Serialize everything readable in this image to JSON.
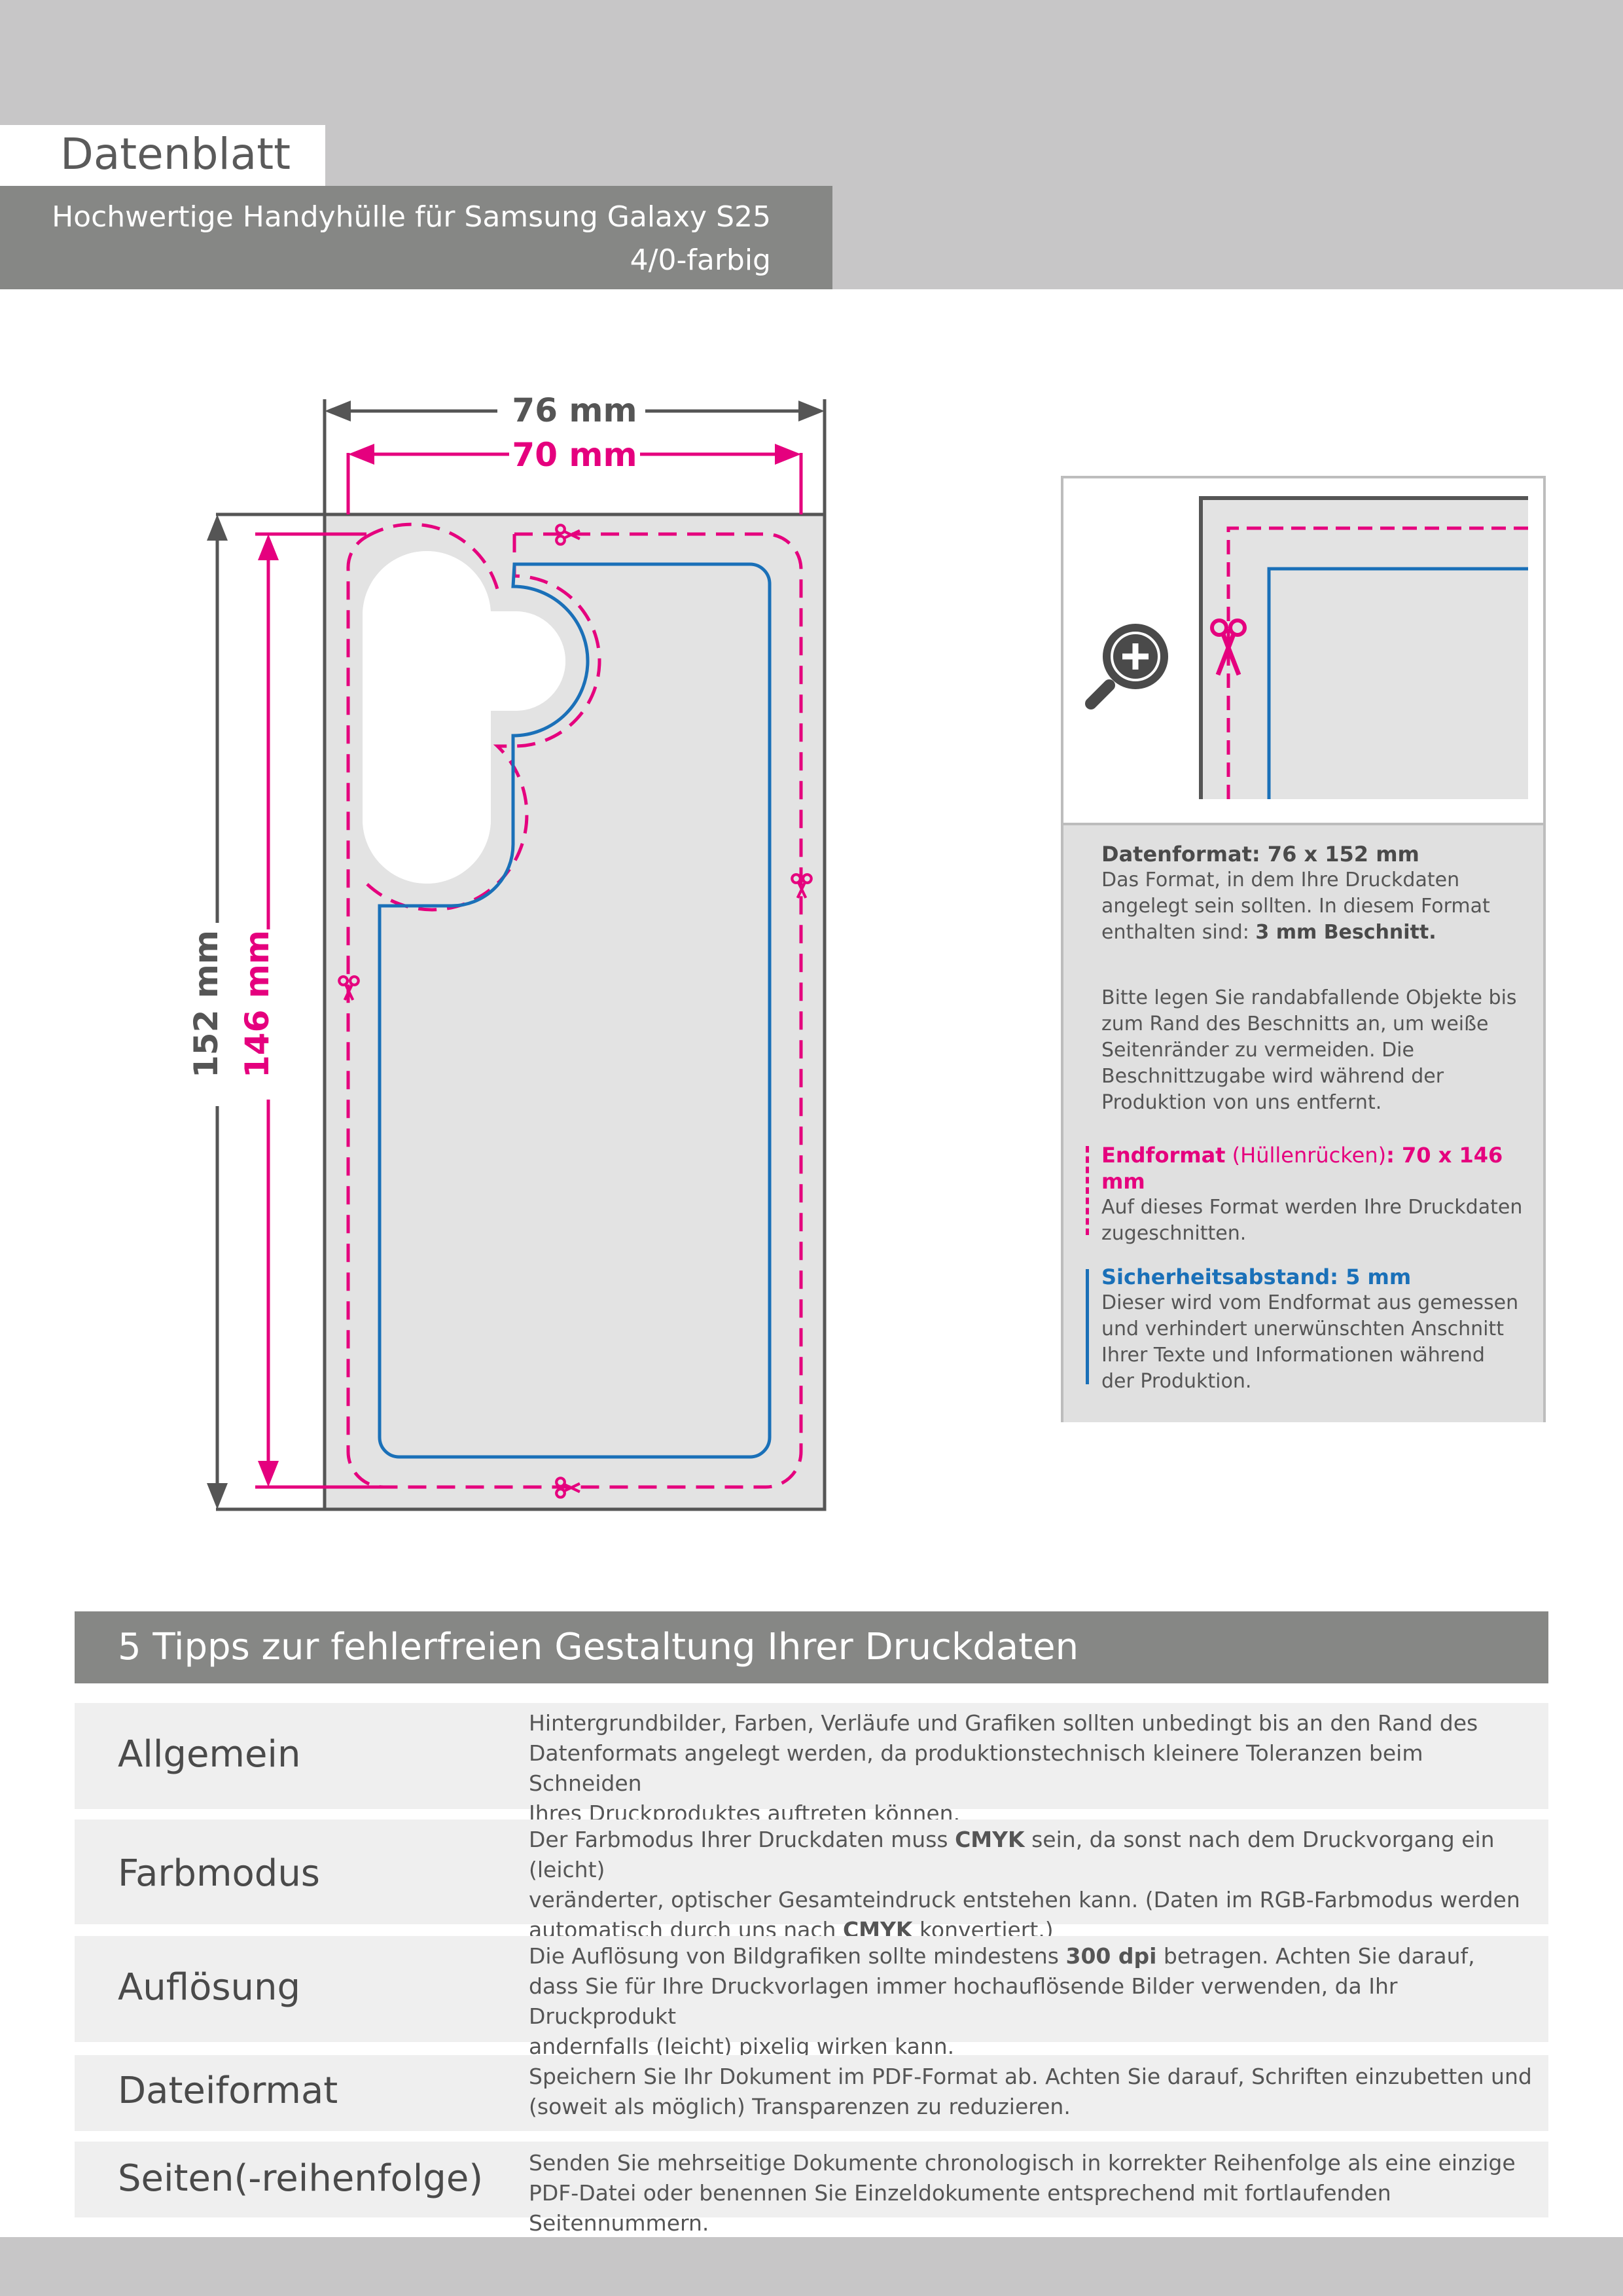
{
  "header": {
    "title": "Datenblatt",
    "subtitle": "Hochwertige Handyhülle  für Samsung Galaxy S25",
    "color_mode": "4/0-farbig"
  },
  "diagram": {
    "width_outer": "76 mm",
    "width_inner": "70 mm",
    "height_outer": "152 mm",
    "height_inner": "146 mm"
  },
  "colors": {
    "grey_dim": "#555555",
    "magenta": "#e5007e",
    "blue": "#1a70b8",
    "panel": "#e3e3e3"
  },
  "zoom_panel": {
    "icon": "magnifier-plus-icon",
    "datenformat_title": "Datenformat: 76 x 152 mm",
    "datenformat_lines": [
      "Das Format, in dem Ihre Druckdaten",
      "angelegt sein sollten. In diesem Format",
      "enthalten sind: "
    ],
    "datenformat_bold": "3 mm Beschnitt.",
    "bleed_lines": [
      "Bitte legen Sie randabfallende Objekte bis",
      "zum Rand des Beschnitts an, um weiße",
      "Seitenränder zu vermeiden. Die",
      "Beschnittzugabe wird während der",
      "Produktion von uns entfernt."
    ],
    "endformat_title": "Endformat",
    "endformat_paren": " (Hüllenrücken)",
    "endformat_size": ": 70 x 146 mm",
    "endformat_lines": [
      "Auf dieses Format werden Ihre Druckdaten",
      "zugeschnitten."
    ],
    "safety_title": "Sicherheitsabstand: 5 mm",
    "safety_lines": [
      "Dieser wird vom Endformat aus gemessen",
      "und verhindert unerwünschten Anschnitt",
      "Ihrer Texte und Informationen während",
      "der Produktion."
    ]
  },
  "tips": {
    "heading": "5 Tipps zur fehlerfreien Gestaltung Ihrer Druckdaten",
    "rows": [
      {
        "label": "Allgemein",
        "lines": [
          "Hintergrundbilder, Farben, Verläufe und Grafiken sollten unbedingt bis an den Rand des",
          "Datenformats angelegt werden, da produktionstechnisch kleinere Toleranzen beim Schneiden",
          "Ihres Druckproduktes auftreten können."
        ]
      },
      {
        "label": "Farbmodus",
        "l1a": "Der Farbmodus Ihrer Druckdaten muss ",
        "l1b": "CMYK",
        "l1c": " sein, da sonst nach dem Druckvorgang ein (leicht)",
        "l2": "veränderter, optischer Gesamteindruck entstehen kann. (Daten im RGB-Farbmodus werden",
        "l3a": "automatisch durch uns nach ",
        "l3b": "CMYK",
        "l3c": " konvertiert.)"
      },
      {
        "label": "Auflösung",
        "l1a": "Die Auflösung von Bildgrafiken sollte mindestens ",
        "l1b": "300 dpi",
        "l1c": " betragen. Achten Sie darauf,",
        "l2": "dass Sie für Ihre Druckvorlagen immer hochauflösende Bilder verwenden, da Ihr Druckprodukt",
        "l3": "andernfalls (leicht) pixelig wirken kann."
      },
      {
        "label": "Dateiformat",
        "lines": [
          "Speichern Sie Ihr Dokument im PDF-Format ab. Achten Sie darauf, Schriften einzubetten und",
          "(soweit als möglich) Transparenzen zu reduzieren."
        ]
      },
      {
        "label": "Seiten(-reihenfolge)",
        "lines": [
          "Senden Sie mehrseitige Dokumente chronologisch in korrekter Reihenfolge als eine einzige",
          "PDF-Datei oder benennen Sie Einzeldokumente entsprechend mit fortlaufenden Seitennummern."
        ]
      }
    ]
  }
}
